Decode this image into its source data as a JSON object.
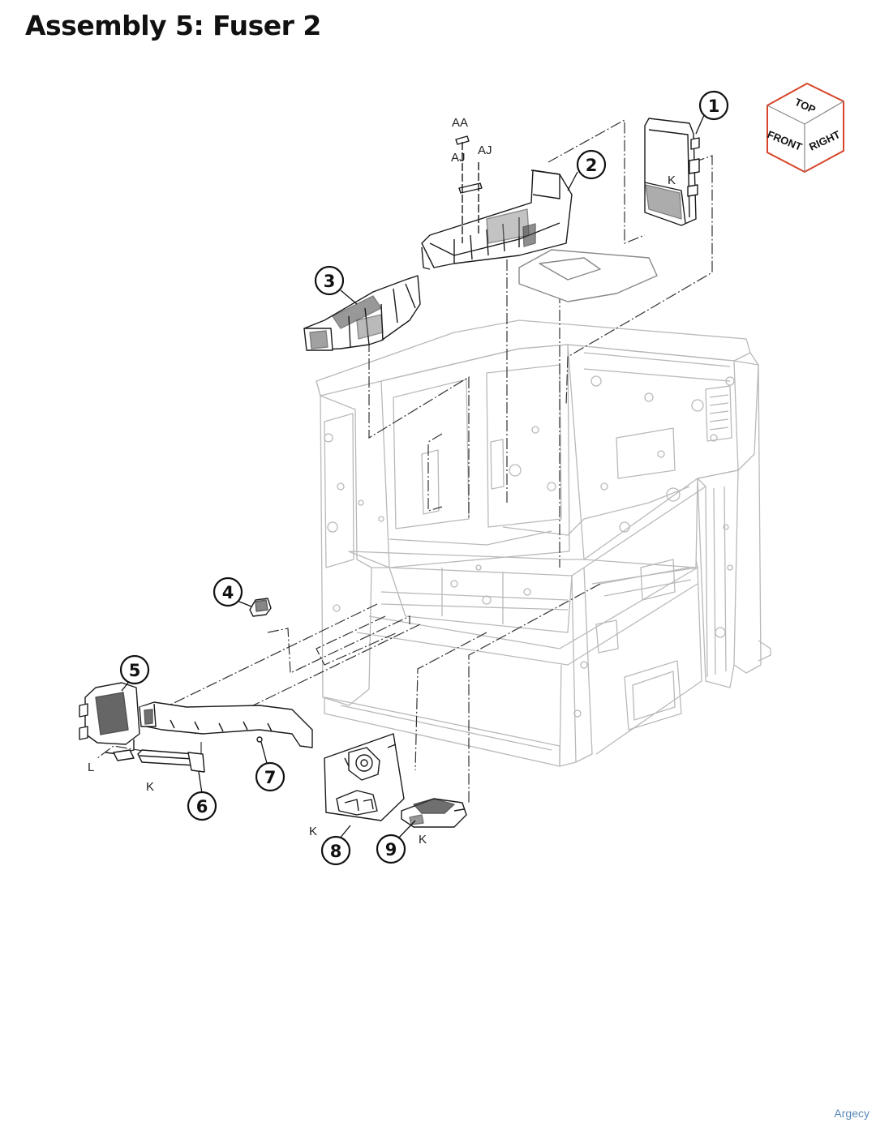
{
  "title": "Assembly 5: Fuser 2",
  "callouts": [
    "1",
    "2",
    "3",
    "4",
    "5",
    "6",
    "7",
    "8",
    "9"
  ],
  "refs": {
    "aa": "AA",
    "aj_left": "AJ",
    "aj_right": "AJ",
    "k1": "K",
    "k6": "K",
    "k8": "K",
    "k9": "K",
    "l5": "L"
  },
  "orientation_cube": {
    "top": "TOP",
    "front": "FRONT",
    "right": "RIGHT",
    "outline_color": "#d6452a"
  },
  "watermark": "Argecy"
}
